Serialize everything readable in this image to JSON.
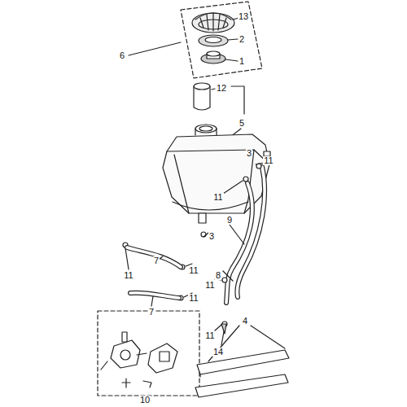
{
  "diagram": {
    "labels": [
      "13",
      "2",
      "6",
      "1",
      "12",
      "5",
      "3",
      "11",
      "11",
      "3",
      "9",
      "11",
      "7",
      "11",
      "8",
      "11",
      "11",
      "7",
      "11",
      "14",
      "4",
      "10"
    ]
  }
}
